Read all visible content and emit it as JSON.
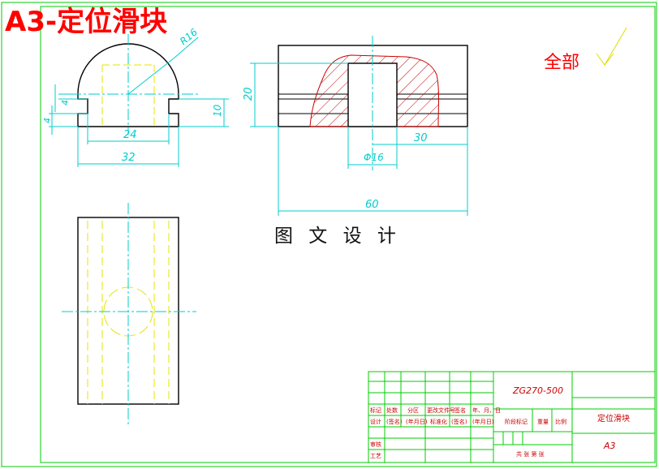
{
  "title": "A3-定位滑块",
  "finish_note": "全部",
  "watermark": "图 文 设 计",
  "dimensions": {
    "radius": "R16",
    "d_4a": "4",
    "d_4b": "4",
    "d_10": "10",
    "d_24": "24",
    "d_32": "32",
    "d_20": "20",
    "d_30": "30",
    "d_phi16": "Φ16",
    "d_60": "60"
  },
  "title_block": {
    "drawing_no": "ZG270-500",
    "part_name": "定位滑块",
    "sheet_size": "A3",
    "row_labels": [
      "标记",
      "处数",
      "分区",
      "更改文件号",
      "签名",
      "年、月、日"
    ],
    "row_labels2": [
      "设计",
      "(签名)",
      "(年月日)",
      "标准化",
      "(签名)",
      "(年月日)"
    ],
    "stage_mark": "阶段标记",
    "weight": "重量",
    "scale": "比例",
    "review": "审核",
    "process": "工艺",
    "sheets": "共  张  第  张"
  },
  "colors": {
    "frame": "#00cc00",
    "outline": "#000000",
    "center": "#00cccc",
    "hidden": "#e6e600",
    "hatch": "#cc0000",
    "title_text": "#ff0000"
  }
}
